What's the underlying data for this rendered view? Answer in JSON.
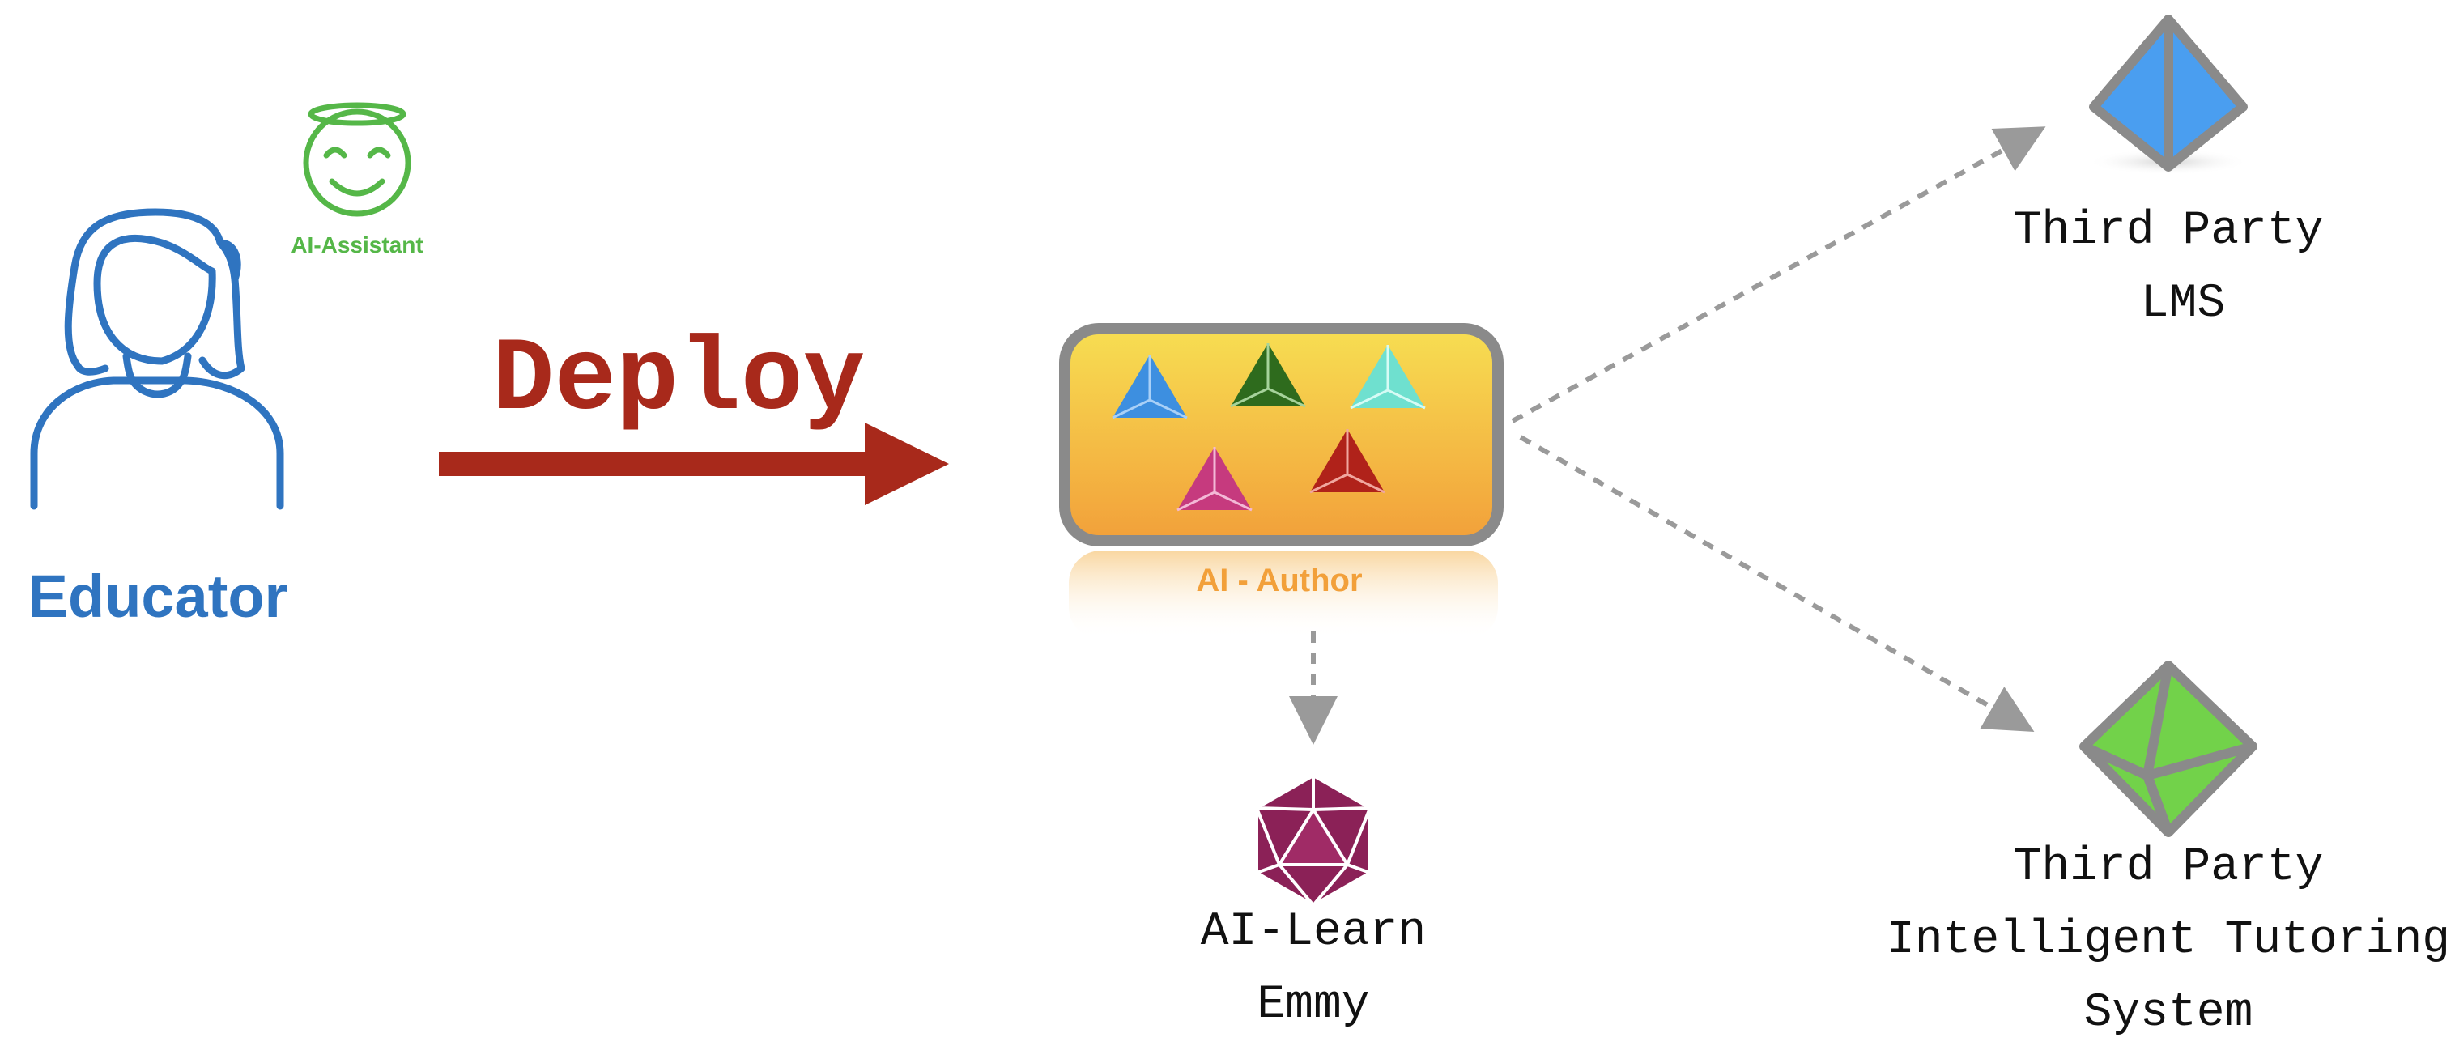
{
  "educator": {
    "label": "Educator",
    "icon": "person-outline-icon",
    "color": "#2f74c0"
  },
  "assistant": {
    "label": "AI-Assistant",
    "icon": "smiley-halo-icon",
    "color": "#55b748"
  },
  "deploy": {
    "label": "Deploy",
    "color": "#a8291b"
  },
  "author": {
    "label": "AI - Author",
    "box_gradient_top": "#f7de52",
    "box_gradient_bottom": "#f2a03a",
    "label_color": "#f2a03a",
    "pyramid_colors": [
      "#3d8fe0",
      "#2e6b1d",
      "#6fe0cf",
      "#c63a7e",
      "#b0221a"
    ]
  },
  "learn": {
    "line1": "AI-Learn",
    "line2": "Emmy",
    "icon": "icosahedron-icon",
    "color": "#8b2157"
  },
  "lms": {
    "line1": "Third Party",
    "line2": "LMS",
    "icon": "blue-pyramid-icon",
    "color": "#4a9ef0"
  },
  "its": {
    "line1": "Third Party",
    "line2": "Intelligent Tutoring",
    "line3": "System",
    "icon": "green-octahedron-icon",
    "color": "#72d24a"
  },
  "connector_color": "#9a9a9a"
}
